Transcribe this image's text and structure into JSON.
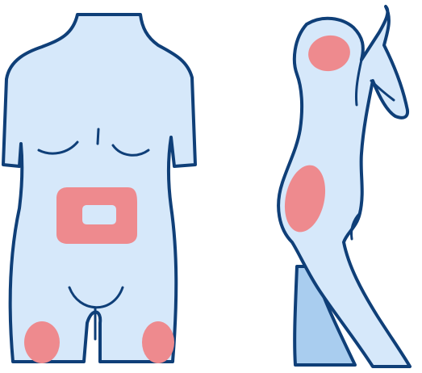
{
  "colors": {
    "background": "#ffffff",
    "body_fill": "#d6e8fa",
    "body_shadow": "#a9cdef",
    "outline": "#0f3f78",
    "zone": "#ee8a8e"
  },
  "figures": [
    {
      "view": "front",
      "zones": [
        "abdomen-around-navel",
        "left-outer-thigh",
        "right-outer-thigh"
      ]
    },
    {
      "view": "side",
      "zones": [
        "upper-arm-back",
        "buttock"
      ]
    }
  ]
}
